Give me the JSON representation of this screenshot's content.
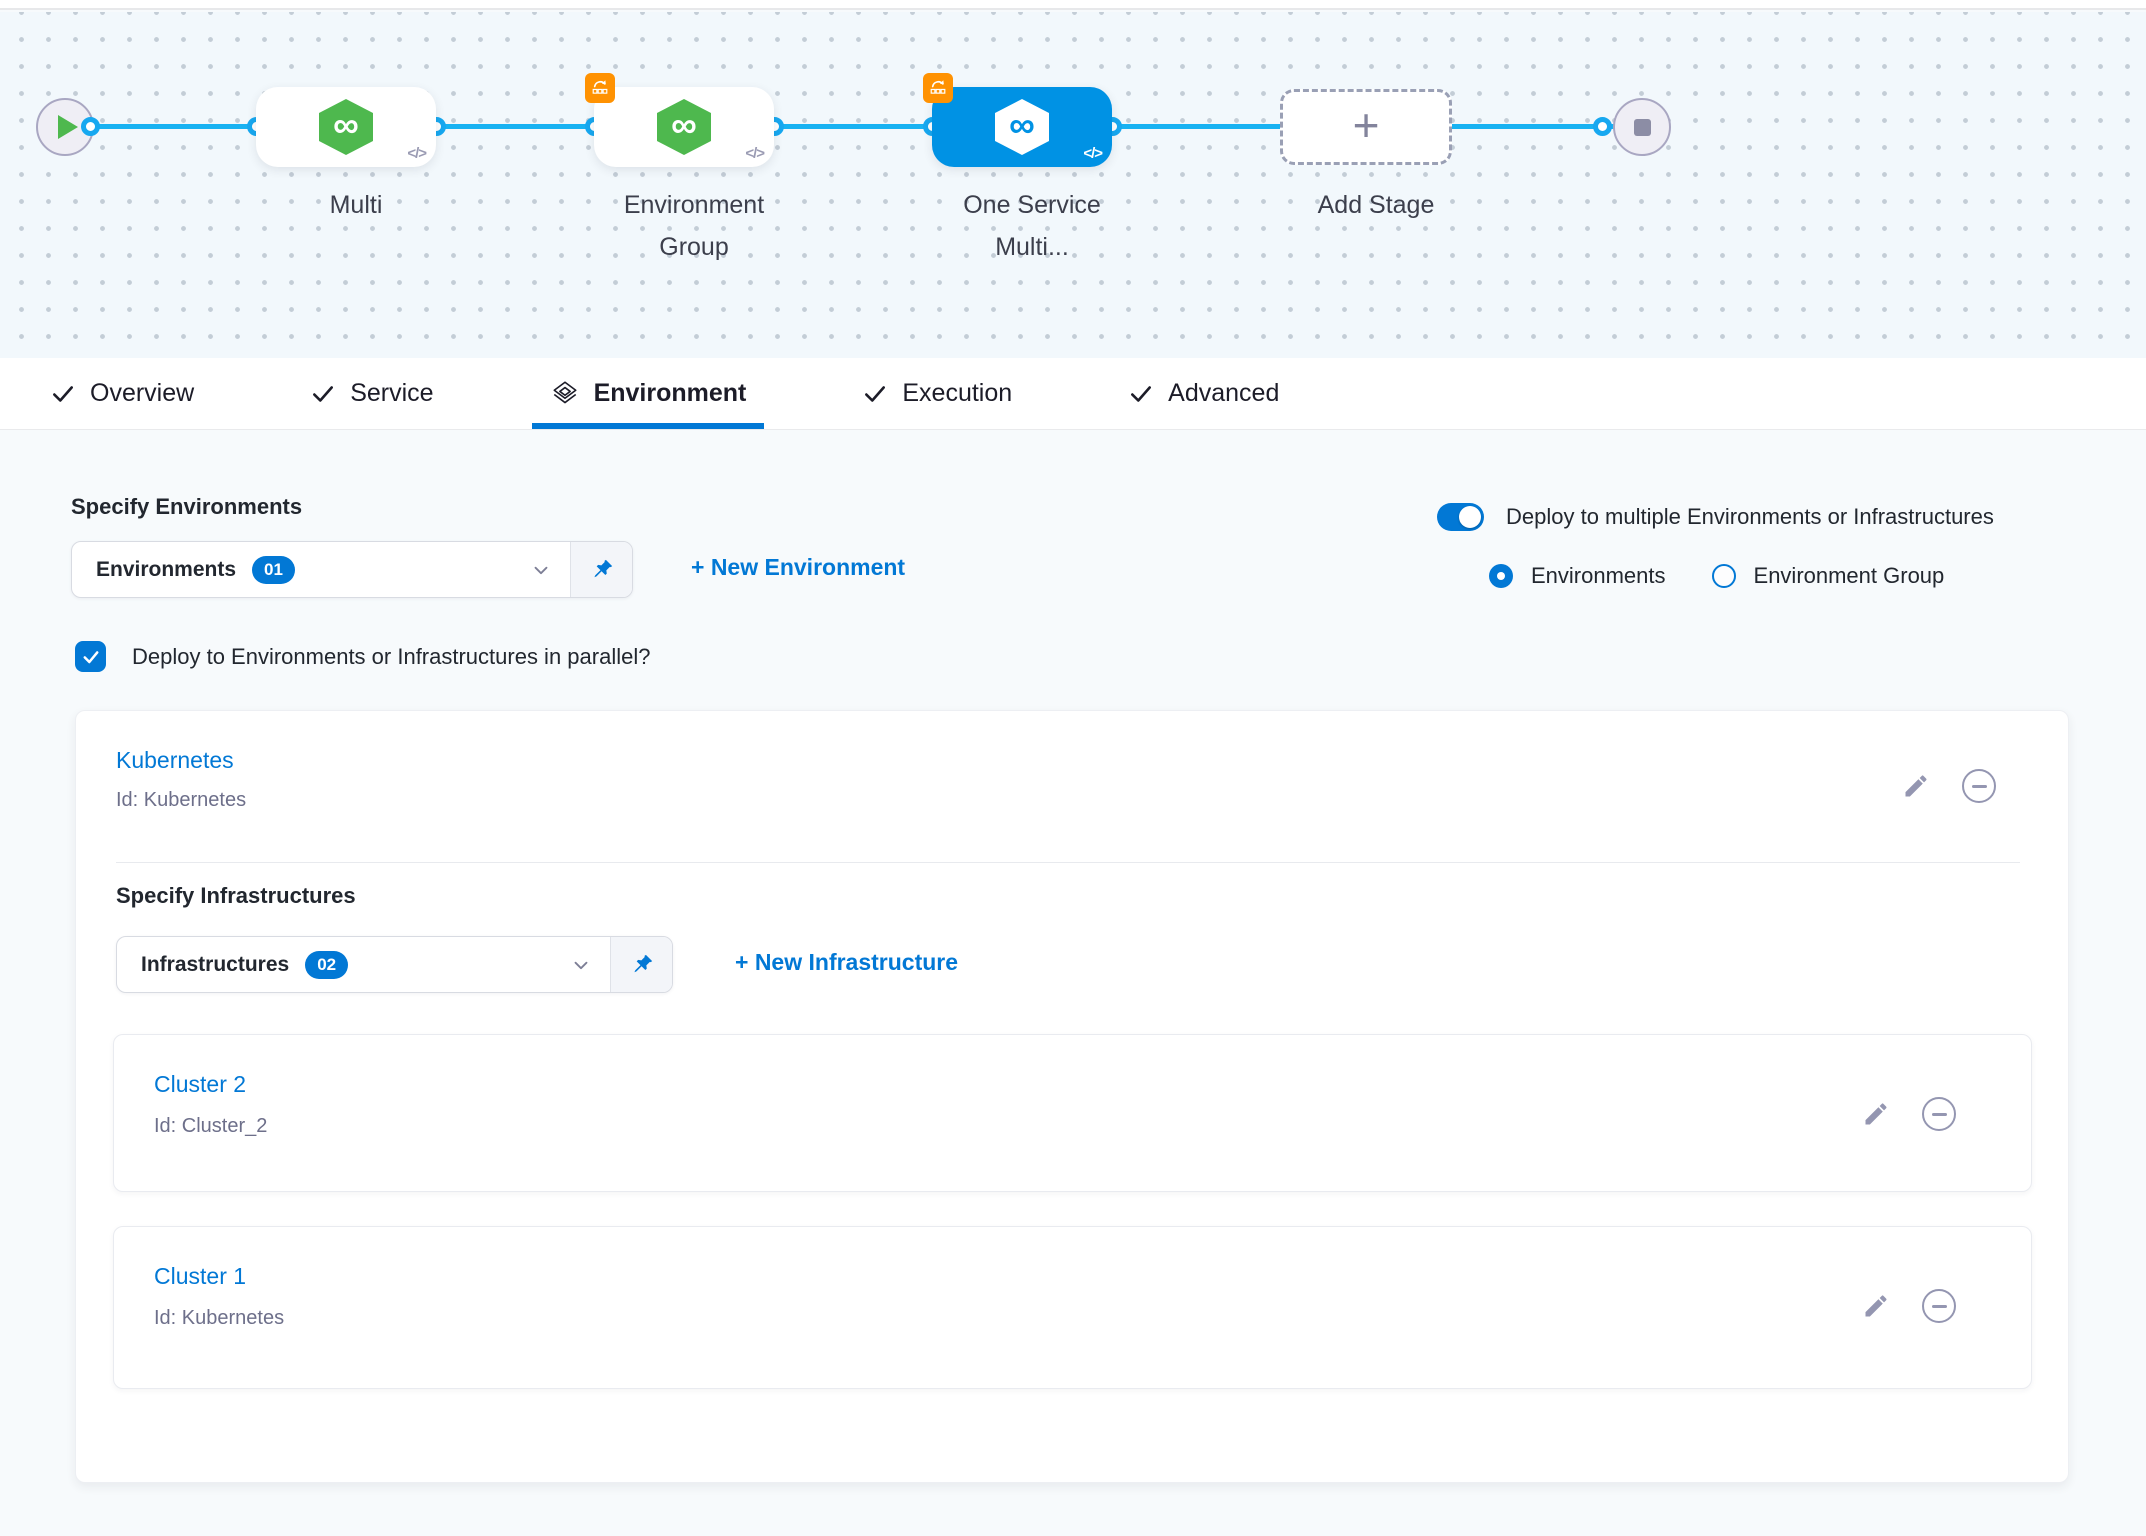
{
  "colors": {
    "accent": "#0278d5",
    "node-blue": "#0092e4",
    "connector": "#18b2f2",
    "green": "#4eb84e",
    "orange": "#ff9202",
    "icon-gray": "#9496b1"
  },
  "pipeline": {
    "stages": [
      {
        "label": "Multi"
      },
      {
        "label": "Environment Group"
      },
      {
        "label": "One Service Multi..."
      },
      {
        "label": "Add Stage"
      }
    ],
    "code_glyph": "</>",
    "add_plus": "+",
    "infinity_glyph": "∞"
  },
  "tabs": [
    {
      "label": "Overview"
    },
    {
      "label": "Service"
    },
    {
      "label": "Environment",
      "active": true
    },
    {
      "label": "Execution"
    },
    {
      "label": "Advanced"
    }
  ],
  "env": {
    "specify_label": "Specify Environments",
    "dropdown": {
      "value": "Environments",
      "count": "01"
    },
    "new_link": "+ New Environment",
    "toggle_label": "Deploy to multiple Environments or Infrastructures",
    "radio_environments": "Environments",
    "radio_environment_group": "Environment Group",
    "parallel_label": "Deploy to Environments or Infrastructures in parallel?"
  },
  "card": {
    "name": "Kubernetes",
    "id_text": "Id: Kubernetes"
  },
  "infra": {
    "specify_label": "Specify Infrastructures",
    "dropdown": {
      "value": "Infrastructures",
      "count": "02"
    },
    "new_link": "+ New Infrastructure",
    "items": [
      {
        "name": "Cluster 2",
        "id_text": "Id: Cluster_2"
      },
      {
        "name": "Cluster 1",
        "id_text": "Id: Kubernetes"
      }
    ]
  }
}
